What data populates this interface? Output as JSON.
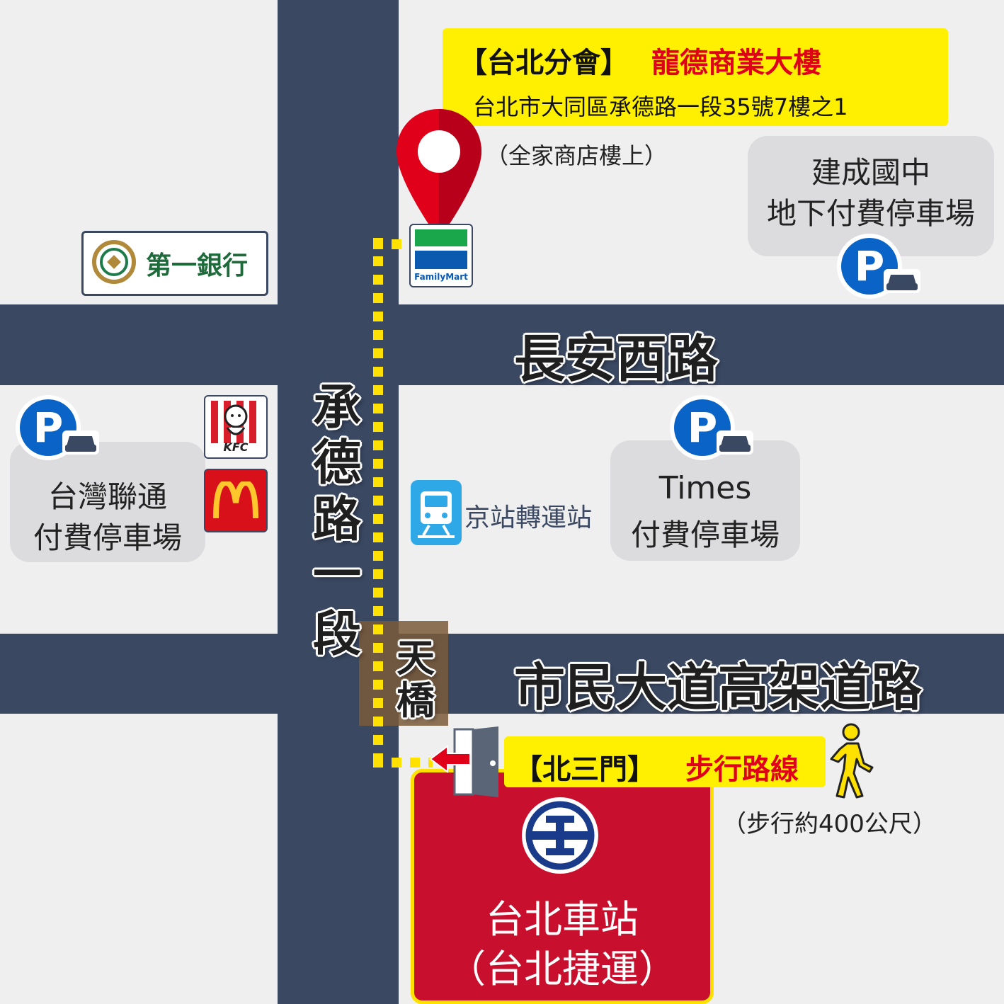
{
  "office": {
    "bracket_label": "【台北分會】",
    "building": "龍德商業大樓",
    "address": "台北市大同區承德路一段35號7樓之1",
    "note": "（全家商店樓上）"
  },
  "roads": {
    "changan": "長安西路",
    "civic": "市民大道高架道路",
    "chengde_chars": [
      "承",
      "德",
      "路",
      "一",
      "段"
    ],
    "bridge_chars": [
      "天",
      "橋"
    ]
  },
  "places": {
    "first_bank": "第一銀行",
    "familymart": "FamilyMart",
    "kfc": "KFC",
    "jianchen_parking": [
      "建成國中",
      "地下付費停車場"
    ],
    "taiwan_parking": [
      "台灣聯通",
      "付費停車場"
    ],
    "times_parking": [
      "Times",
      "付費停車場"
    ],
    "bus_station": "京站轉運站",
    "station": [
      "台北車站",
      "（台北捷運）"
    ]
  },
  "route": {
    "gate": "【北三門】",
    "label": "步行路線",
    "distance": "（步行約400公尺）"
  },
  "colors": {
    "road": "#3a4862",
    "highlight": "#ffef00",
    "accent_red": "#e0001a",
    "station_red": "#c8102e",
    "parking_blue": "#0a64c8",
    "bridge_brown": "#7a5a3a",
    "route_yellow": "#ffe100"
  }
}
